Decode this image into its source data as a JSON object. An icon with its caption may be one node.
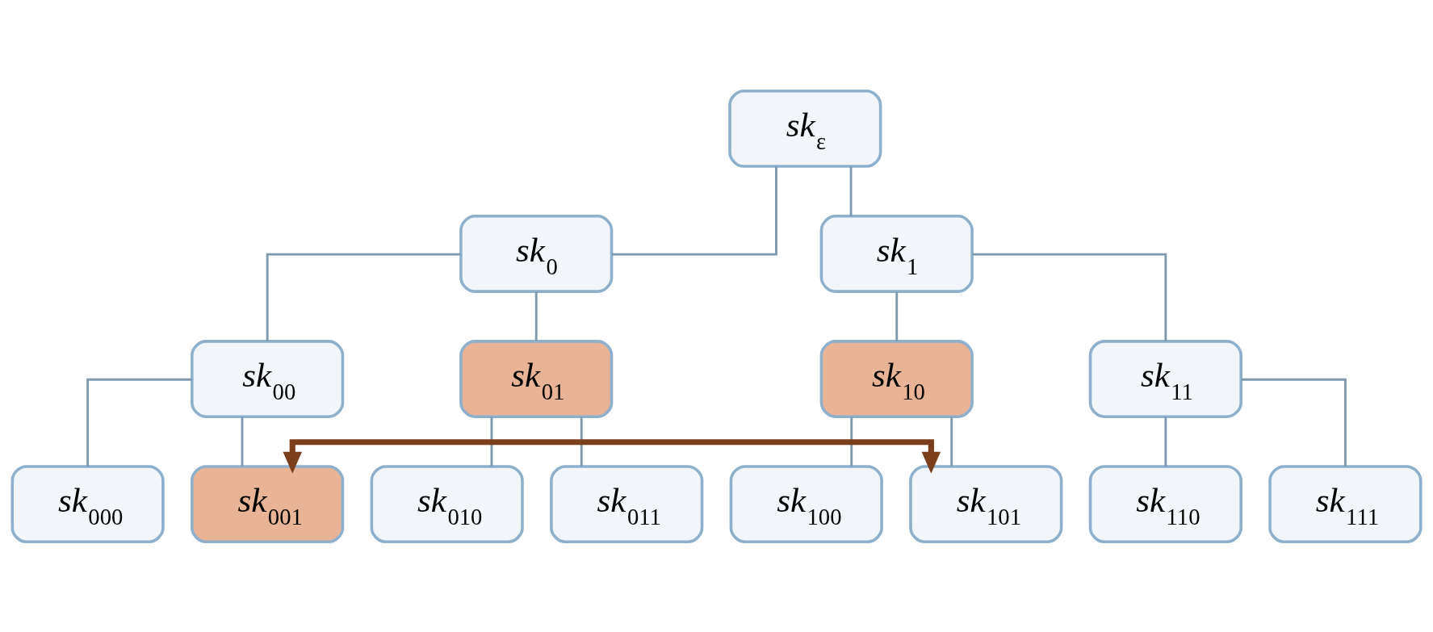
{
  "diagram": {
    "nodes": [
      {
        "text": [
          "sk$_{ε}$"
        ]
      },
      {
        "text": [
          "sk$_{0}$"
        ]
      },
      {
        "text": [
          "sk$_{1}$"
        ]
      },
      {
        "text": [
          "sk$_{00}$"
        ]
      },
      {
        "text": [
          "sk$_{01}$"
        ]
      },
      {
        "text": [
          "sk$_{10}$"
        ]
      },
      {
        "text": [
          "sk$_{11}$"
        ]
      },
      {
        "text": [
          "sk$_{000}$"
        ]
      },
      {
        "text": [
          "sk$_{001}$"
        ]
      },
      {
        "text": [
          "sk$_{010}$"
        ]
      },
      {
        "text": [
          "sk$_{011}$"
        ]
      },
      {
        "text": [
          "sk$_{100}$"
        ]
      },
      {
        "text": [
          "sk$_{101}$"
        ]
      },
      {
        "text": [
          "sk$_{110}$"
        ]
      },
      {
        "text": [
          "sk$_{111}$"
        ]
      }
    ],
    "edges": [
      {
        "from": 0,
        "to": 1,
        "arrow": "none"
      },
      {
        "from": 0,
        "to": 2,
        "arrow": "none"
      },
      {
        "from": 1,
        "to": 3,
        "arrow": "none"
      },
      {
        "from": 1,
        "to": 4,
        "arrow": "none"
      },
      {
        "from": 2,
        "to": 5,
        "arrow": "none"
      },
      {
        "from": 2,
        "to": 6,
        "arrow": "none"
      },
      {
        "from": 3,
        "to": 7,
        "arrow": "none"
      },
      {
        "from": 3,
        "to": 8,
        "arrow": "none"
      },
      {
        "from": 4,
        "to": 9,
        "arrow": "none"
      },
      {
        "from": 4,
        "to": 10,
        "arrow": "none"
      },
      {
        "from": 5,
        "to": 11,
        "arrow": "none"
      },
      {
        "from": 5,
        "to": 12,
        "arrow": "none"
      },
      {
        "from": 6,
        "to": 13,
        "arrow": "none"
      },
      {
        "from": 6,
        "to": 14,
        "arrow": "none"
      },
      {
        "from": 8,
        "to": 12,
        "arrow": "both",
        "style": "thick",
        "color": "#7b3f1c"
      }
    ]
  }
}
